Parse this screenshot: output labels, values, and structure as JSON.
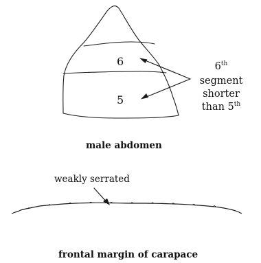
{
  "abdomen": {
    "segment_upper": "6",
    "segment_lower": "5",
    "note": {
      "line1_num": "6",
      "line1_sup": "th",
      "line2": "segment",
      "line3": "shorter",
      "line4_text": "than 5",
      "line4_sup": "th"
    },
    "caption": "male abdomen"
  },
  "carapace": {
    "annotation": "weakly serrated",
    "caption": "frontal margin of carapace"
  }
}
